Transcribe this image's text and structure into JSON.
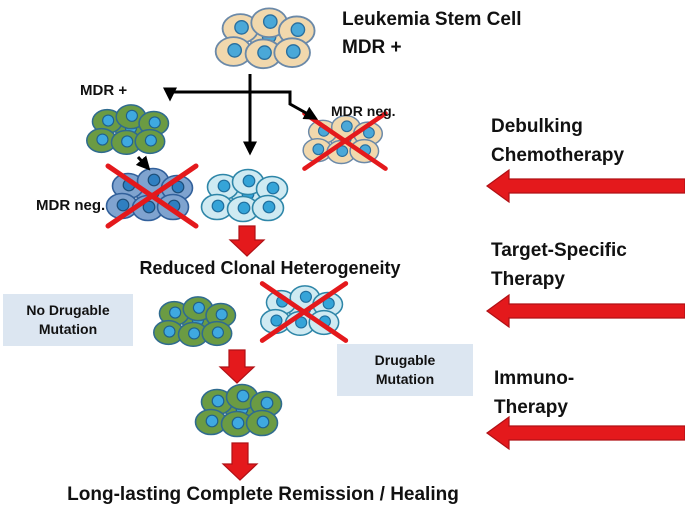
{
  "colors": {
    "arrow_red": "#e4191c",
    "black_arrow": "#000000",
    "box_bg": "#dce6f1",
    "text": "#111111",
    "cells": {
      "tan": {
        "fill": "#f1d8ad",
        "stroke": "#6b89a8",
        "nucleus": "#4aa8d8",
        "nucleus_stroke": "#2a6f9e"
      },
      "green": {
        "fill": "#6b9b43",
        "stroke": "#2f6b8f",
        "nucleus": "#3fa9e0",
        "nucleus_stroke": "#1f618d"
      },
      "steel_blue": {
        "fill": "#7fa3cf",
        "stroke": "#31609b",
        "nucleus": "#2f7fc1",
        "nucleus_stroke": "#1d4e79"
      },
      "light_blue": {
        "fill": "#cfeaf2",
        "stroke": "#2e86a8",
        "nucleus": "#35a4d8",
        "nucleus_stroke": "#1f6f9e"
      }
    }
  },
  "top": {
    "line1": "Leukemia Stem Cell",
    "line2": "MDR +"
  },
  "labels": {
    "mdr_plus": "MDR +",
    "mdr_neg_right": "MDR neg.",
    "mdr_neg_left": "MDR neg.",
    "reduced": "Reduced Clonal Heterogeneity",
    "final": "Long-lasting Complete Remission / Healing"
  },
  "boxes": {
    "no_drugable": {
      "line1": "No Drugable",
      "line2": "Mutation"
    },
    "drugable": {
      "line1": "Drugable",
      "line2": "Mutation"
    }
  },
  "therapies": [
    {
      "line1": "Debulking",
      "line2": "Chemotherapy"
    },
    {
      "line1": "Target-Specific",
      "line2": "Therapy"
    },
    {
      "line1": "Immuno-",
      "line2": "Therapy"
    }
  ]
}
